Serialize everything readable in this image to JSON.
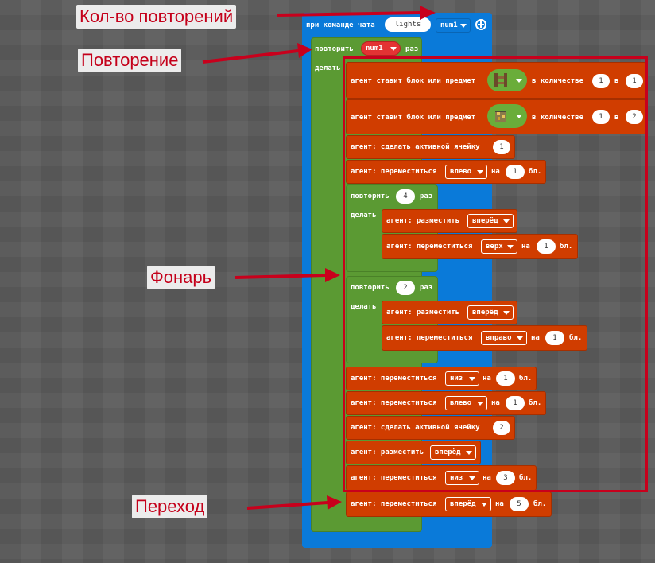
{
  "annotations": {
    "repeat_count": "Кол-во повторений",
    "repeat": "Повторение",
    "lantern": "Фонарь",
    "transition": "Переход"
  },
  "chat_block": {
    "label": "при команде чата",
    "command": "lights",
    "param": "num1"
  },
  "outer_repeat": {
    "label": "повторить",
    "var": "num1",
    "suffix": "раз",
    "do_label": "делать"
  },
  "blocks": {
    "place1": {
      "label": "агент ставит блок или предмет",
      "count_label": "в количестве",
      "count": "1",
      "slot_label": "в",
      "slot": "1"
    },
    "place2": {
      "label": "агент ставит блок или предмет",
      "count_label": "в количестве",
      "count": "1",
      "slot_label": "в",
      "slot": "2"
    },
    "active1": {
      "label": "агент: сделать активной ячейку",
      "value": "1"
    },
    "move_left1": {
      "label": "агент: переместиться",
      "dir": "влево",
      "on": "на",
      "value": "1",
      "unit": "бл."
    },
    "repeat4": {
      "label": "повторить",
      "value": "4",
      "suffix": "раз",
      "do_label": "делать"
    },
    "place_fwd1": {
      "label": "агент: разместить",
      "dir": "вперёд"
    },
    "move_up": {
      "label": "агент: переместиться",
      "dir": "верх",
      "on": "на",
      "value": "1",
      "unit": "бл."
    },
    "repeat2": {
      "label": "повторить",
      "value": "2",
      "suffix": "раз",
      "do_label": "делать"
    },
    "place_fwd2": {
      "label": "агент: разместить",
      "dir": "вперёд"
    },
    "move_right": {
      "label": "агент: переместиться",
      "dir": "вправо",
      "on": "на",
      "value": "1",
      "unit": "бл."
    },
    "move_down1": {
      "label": "агент: переместиться",
      "dir": "низ",
      "on": "на",
      "value": "1",
      "unit": "бл."
    },
    "move_left2": {
      "label": "агент: переместиться",
      "dir": "влево",
      "on": "на",
      "value": "1",
      "unit": "бл."
    },
    "active2": {
      "label": "агент: сделать активной ячейку",
      "value": "2"
    },
    "place_fwd3": {
      "label": "агент: разместить",
      "dir": "вперёд"
    },
    "move_down3": {
      "label": "агент: переместиться",
      "dir": "низ",
      "on": "на",
      "value": "3",
      "unit": "бл."
    },
    "move_fwd5": {
      "label": "агент: переместиться",
      "dir": "вперёд",
      "on": "на",
      "value": "5",
      "unit": "бл."
    }
  },
  "colors": {
    "agent_block": "#d03d00",
    "loop_block": "#5b9a33",
    "event_block": "#0a7ad9",
    "annotation": "#c8001c"
  },
  "icons": {
    "add": "plus-circle-icon",
    "fence": "fence-item-icon",
    "lantern": "lantern-item-icon"
  }
}
